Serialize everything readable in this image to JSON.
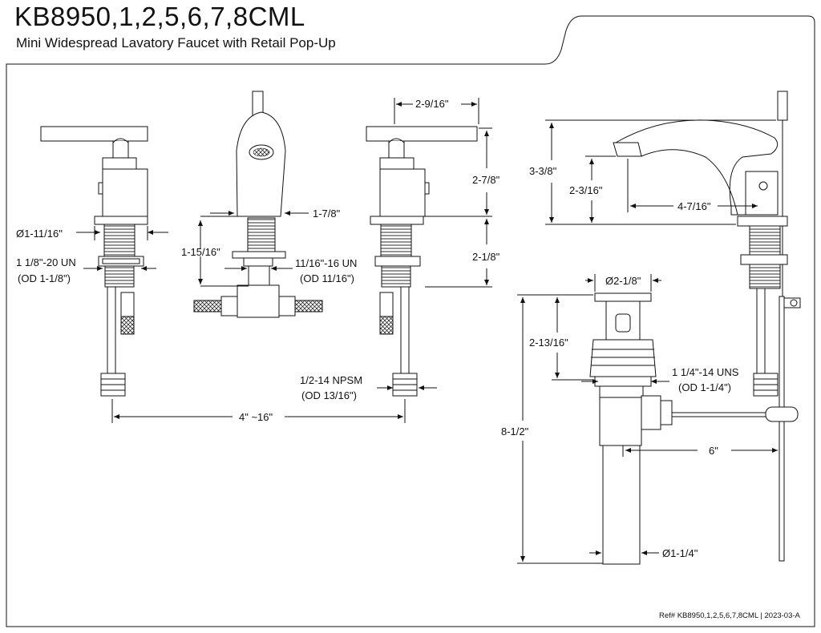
{
  "header": {
    "title": "KB8950,1,2,5,6,7,8CML",
    "subtitle": "Mini Widespread Lavatory Faucet with Retail Pop-Up"
  },
  "dimensions": {
    "handle_flange_dia": "Ø1-11/16\"",
    "handle_thread": "1 1/8\"-20 UN",
    "handle_thread_od": "(OD 1-1/8\")",
    "spout_width": "1-7/8\"",
    "spout_shank_height": "1-15/16\"",
    "spout_thread": "11/16\"-16 UN",
    "spout_thread_od": "(OD 11/16\")",
    "handle_length": "2-9/16\"",
    "handle_height": "2-7/8\"",
    "handle_shank_height": "2-1/8\"",
    "inlet_thread": "1/2-14 NPSM",
    "inlet_thread_od": "(OD 13/16\")",
    "center_spread": "4\" ~16\"",
    "spout_total_height": "3-3/8\"",
    "spout_outlet_height": "2-3/16\"",
    "spout_reach": "4-7/16\"",
    "drain_flange_dia": "Ø2-1/8\"",
    "drain_flange_height": "2-13/16\"",
    "drain_thread": "1 1/4\"-14 UNS",
    "drain_thread_od": "(OD 1-1/4\")",
    "drain_total_height": "8-1/2\"",
    "lift_rod_length": "6\"",
    "tailpiece_dia": "Ø1-1/4\""
  },
  "footer": {
    "ref": "Ref# KB8950,1,2,5,6,7,8CML | 2023-03-A"
  }
}
